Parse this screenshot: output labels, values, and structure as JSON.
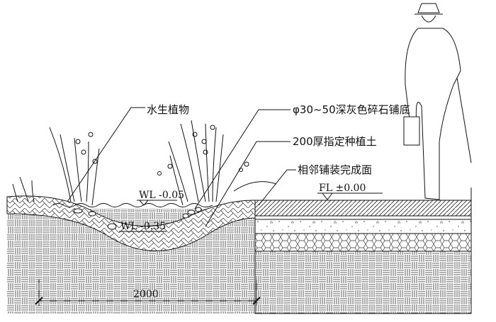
{
  "labels": {
    "aquatic_plants": "水生植物",
    "gravel_bed": "φ30~50深灰色碎石铺底",
    "planting_soil": "200厚指定种植土",
    "adjacent_paving": "相邻铺装完成面",
    "floor_level": "FL ±0.00",
    "water_level_high": "WL -0.05",
    "water_level_low": "WL -0.35",
    "dimension": "2000"
  }
}
